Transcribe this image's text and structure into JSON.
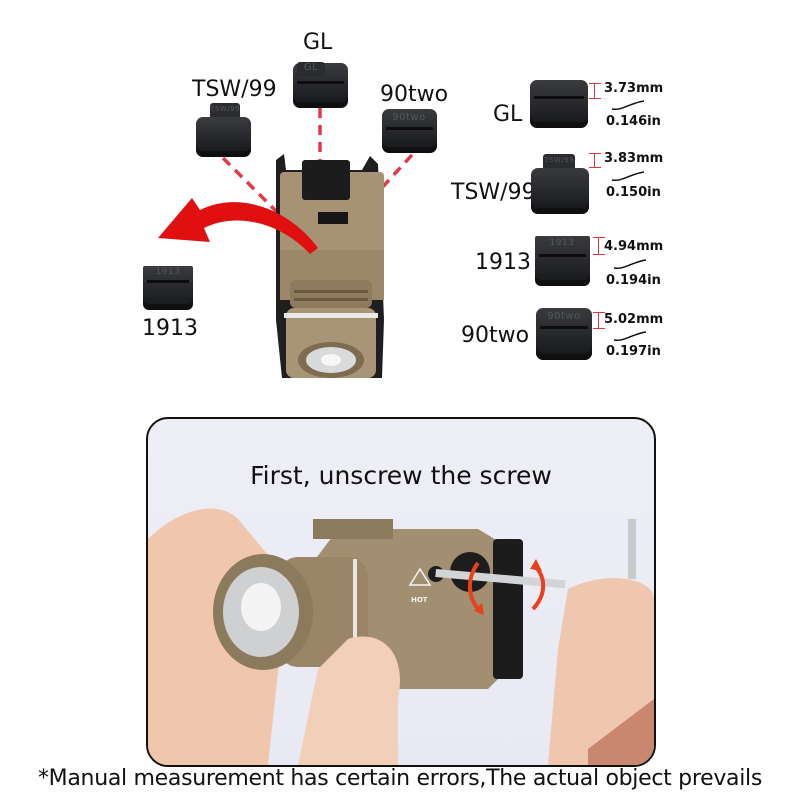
{
  "diagram": {
    "adapter_labels": {
      "gl": "GL",
      "tsw99": "TSW/99",
      "ninety_two": "90two",
      "rail_1913": "1913"
    },
    "piece_engravings": {
      "gl": "GL",
      "tsw99": "TSW/99",
      "ninety_two": "90two",
      "rail_1913": "1913"
    },
    "colors": {
      "dashed_line": "#e03a4a",
      "removal_arrow": "#e01010",
      "flashlight_body": "#a08b6e",
      "piece": "#222326"
    }
  },
  "measurements": [
    {
      "label": "GL",
      "mm": "3.73mm",
      "inch": "0.146in"
    },
    {
      "label": "TSW/99",
      "mm": "3.83mm",
      "inch": "0.150in"
    },
    {
      "label": "1913",
      "mm": "4.94mm",
      "inch": "0.194in"
    },
    {
      "label": "90two",
      "mm": "5.02mm",
      "inch": "0.197in"
    }
  ],
  "instruction_panel": {
    "title": "First, unscrew the screw",
    "warning_label": "HOT",
    "rotation_arrow_color": "#e8421c"
  },
  "footnote": "*Manual measurement has certain errors,The actual object prevails"
}
